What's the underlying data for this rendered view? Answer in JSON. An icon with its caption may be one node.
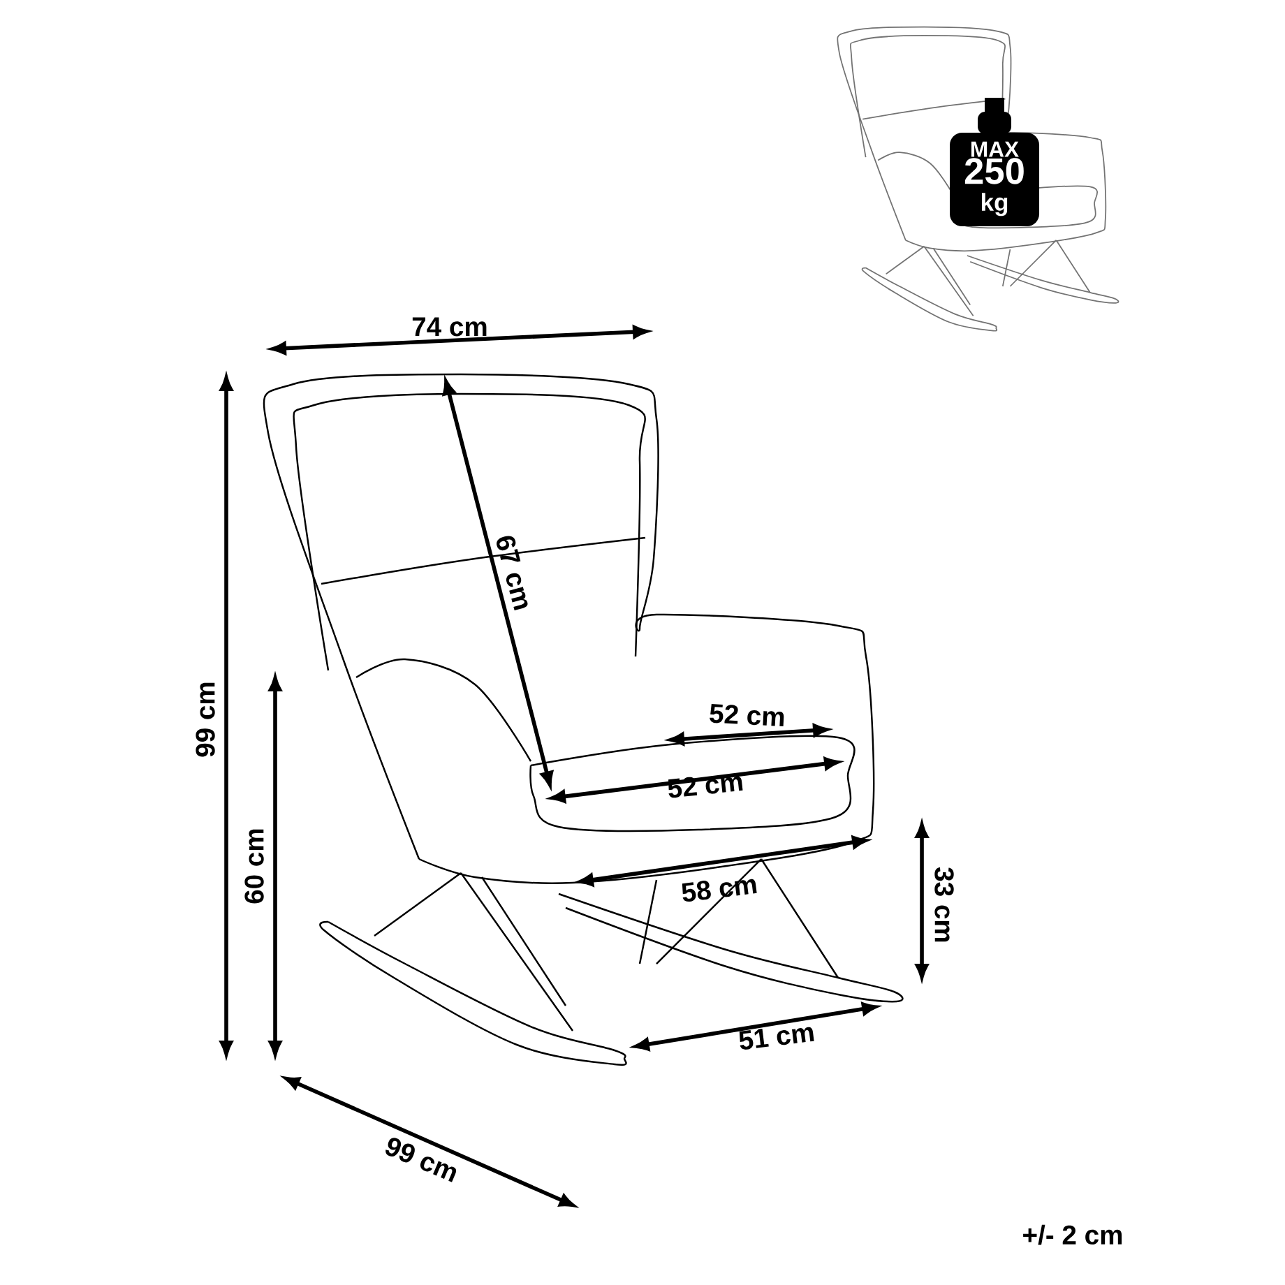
{
  "diagram": {
    "nodes": [
      {
        "text": [
          "MAX",
          "250",
          "kg"
        ]
      }
    ],
    "labels": [
      "74 cm",
      "67 cm",
      "99 cm",
      "52 cm",
      "52 cm",
      "60 cm",
      "58 cm",
      "33 cm",
      "51 cm",
      "99 cm",
      "+/- 2 cm"
    ]
  }
}
